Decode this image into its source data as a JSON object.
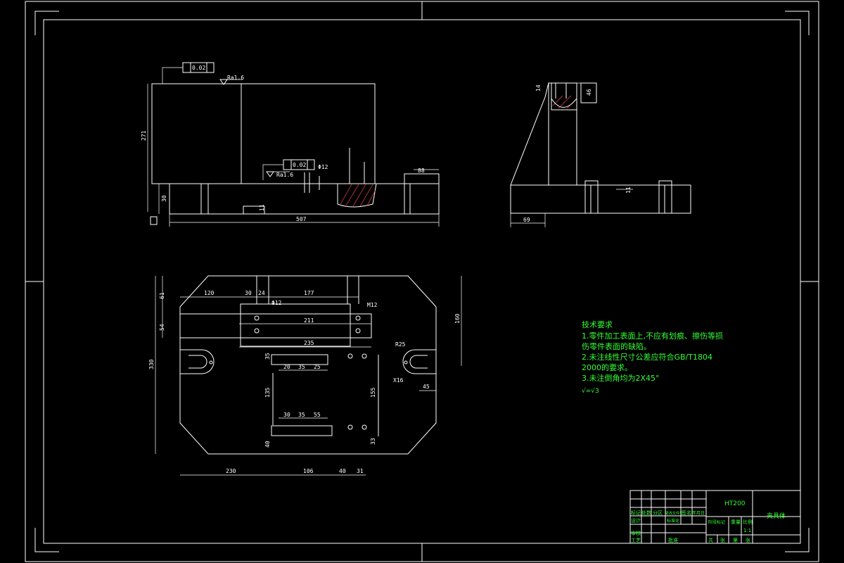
{
  "technical_requirements": {
    "heading": "技术要求",
    "items": [
      "1.零件加工表面上,不应有划痕、擦伤等损",
      "伤零件表面的缺陷。",
      "2.未注线性尺寸公差应符合GB/T1804",
      "2000的要求。",
      "3.未注倒角均为2X45°"
    ],
    "roughness": "√=√3"
  },
  "dimensions": {
    "front": {
      "height_total": "271",
      "base_height": "30",
      "width": "507",
      "right_step": "88",
      "slot": "11",
      "tol_top": "0.02",
      "rough_top": "Ra1.6",
      "tol_mid": "0.02",
      "rough_mid": "Ra1.6",
      "hole": "Φ12"
    },
    "side": {
      "width_base": "69",
      "top_a": "14",
      "top_b": "46",
      "depth": "11"
    },
    "plan": {
      "top_a": "120",
      "top_b": "30",
      "top_c": "24",
      "top_d": "177",
      "left_1": "61",
      "left_2": "54",
      "left_total": "330",
      "right_total": "160",
      "inner_1": "211",
      "inner_2": "235",
      "hole_a": "Φ12",
      "hole_b": "M12",
      "row_a": [
        "20",
        "35",
        "25"
      ],
      "row_b": [
        "30",
        "35",
        "55"
      ],
      "v_1": "135",
      "v_2": "155",
      "v_3": "40",
      "v_4": "35",
      "v_5": "33",
      "bottom_1": "230",
      "bottom_2": "106",
      "bottom_3": "40",
      "bottom_4": "31",
      "notch_r": "R25",
      "notch_x": "X16",
      "notch_w": "45"
    }
  },
  "title_block": {
    "material": "HT200",
    "part_name": "夹具体",
    "cells": [
      "标记",
      "处数",
      "分区",
      "更改文件号",
      "签名",
      "年月日",
      "设计",
      "标准化",
      "阶段标记",
      "重量",
      "比例",
      "审核",
      "工艺",
      "批准",
      "共",
      "张",
      "第",
      "张",
      "1:1"
    ]
  },
  "colors": {
    "line": "#ffffff",
    "annotation": "#33ff33",
    "hatch": "#ff4444",
    "background": "#000000"
  }
}
